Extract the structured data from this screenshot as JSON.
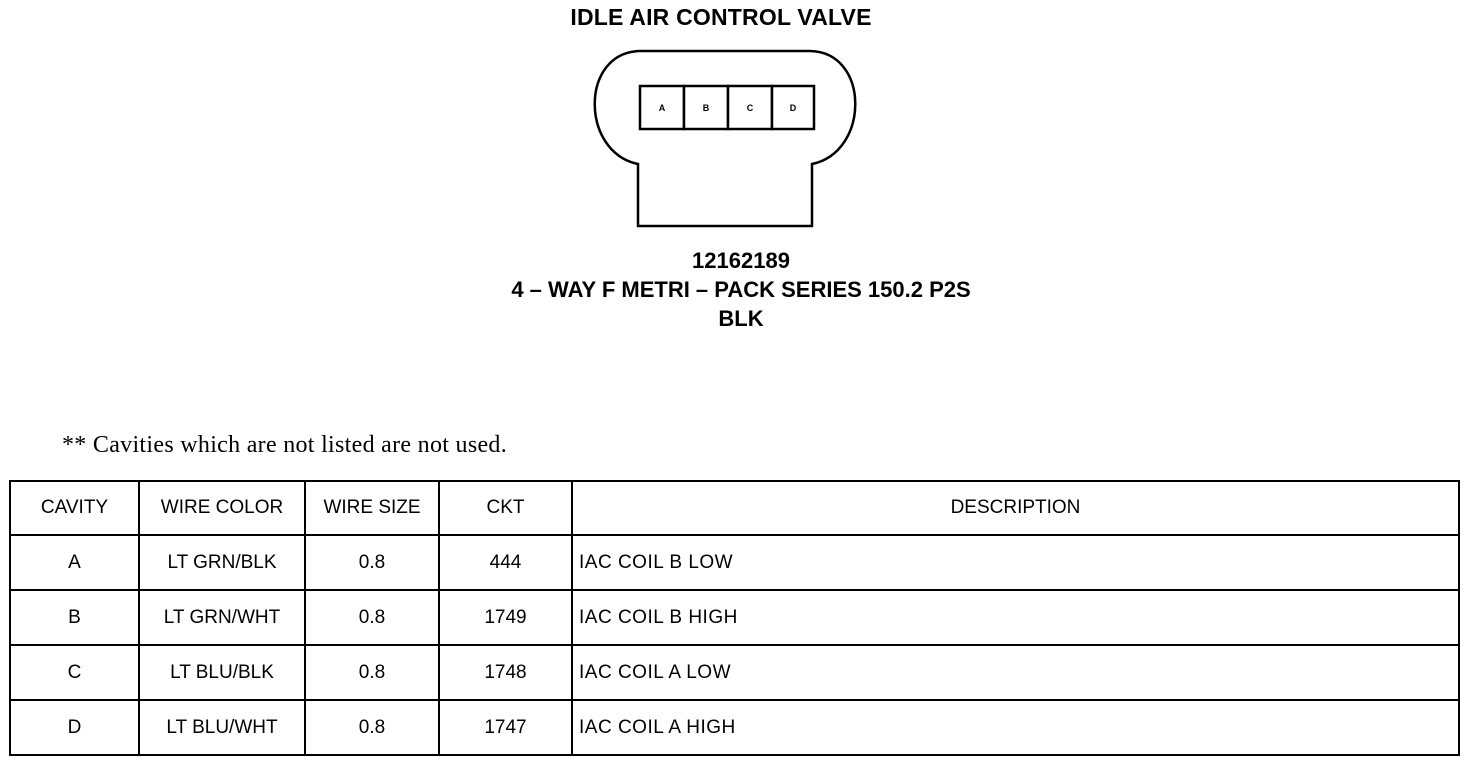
{
  "title": "IDLE AIR CONTROL VALVE",
  "connector": {
    "pins": [
      "A",
      "B",
      "C",
      "D"
    ],
    "part_number": "12162189",
    "description": "4 – WAY F METRI – PACK SERIES 150.2 P2S",
    "color": "BLK"
  },
  "note": "** Cavities which are not listed are not used.",
  "table": {
    "headers": {
      "cavity": "CAVITY",
      "wire_color": "WIRE COLOR",
      "wire_size": "WIRE SIZE",
      "ckt": "CKT",
      "description": "DESCRIPTION"
    },
    "rows": [
      {
        "cavity": "A",
        "wire_color": "LT GRN/BLK",
        "wire_size": "0.8",
        "ckt": "444",
        "description": "IAC COIL B LOW"
      },
      {
        "cavity": "B",
        "wire_color": "LT GRN/WHT",
        "wire_size": "0.8",
        "ckt": "1749",
        "description": "IAC COIL B HIGH"
      },
      {
        "cavity": "C",
        "wire_color": "LT BLU/BLK",
        "wire_size": "0.8",
        "ckt": "1748",
        "description": "IAC COIL A LOW"
      },
      {
        "cavity": "D",
        "wire_color": "LT BLU/WHT",
        "wire_size": "0.8",
        "ckt": "1747",
        "description": "IAC COIL A HIGH"
      }
    ]
  }
}
